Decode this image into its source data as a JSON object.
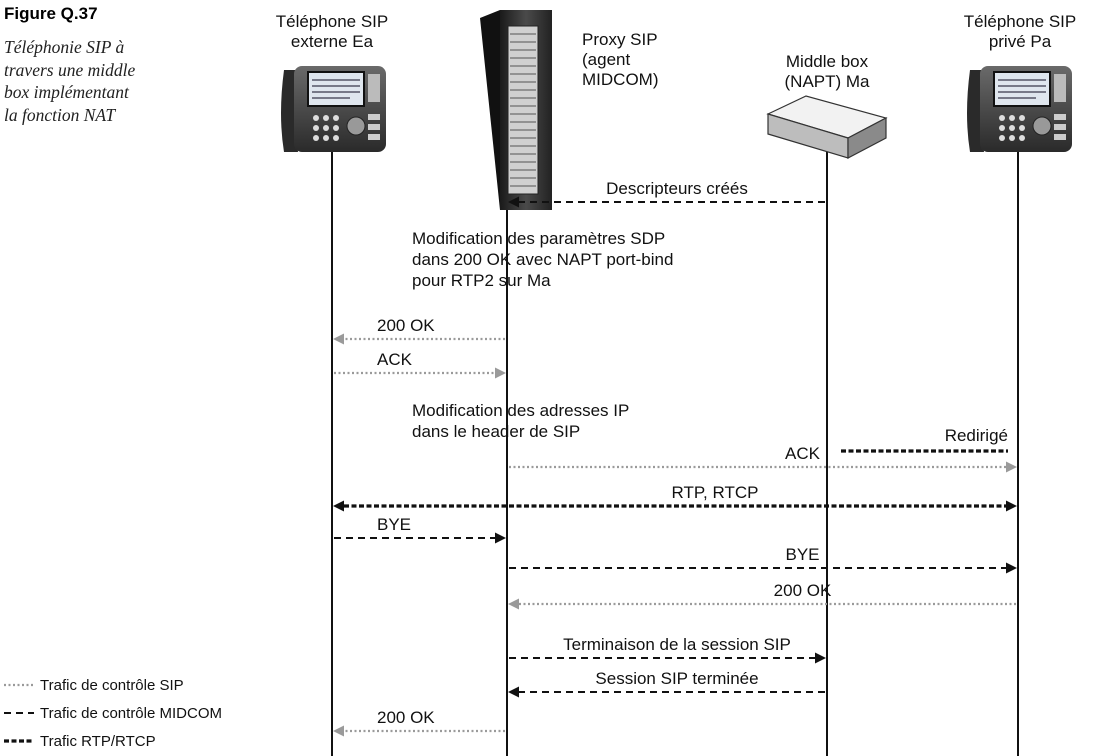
{
  "figure": {
    "title": "Figure Q.37",
    "caption_lines": [
      "Téléphonie SIP à",
      "travers une middle",
      "box implémentant",
      "la fonction NAT"
    ]
  },
  "entities": [
    {
      "id": "ea",
      "label_lines": [
        "Téléphone SIP",
        "externe Ea"
      ],
      "icon": "ip-phone-icon"
    },
    {
      "id": "proxy",
      "label_lines": [
        "Proxy SIP",
        "(agent",
        "MIDCOM)"
      ],
      "icon": "server-tower-icon"
    },
    {
      "id": "ma",
      "label_lines": [
        "Middle box",
        "(NAPT) Ma"
      ],
      "icon": "network-box-icon"
    },
    {
      "id": "pa",
      "label_lines": [
        "Téléphone SIP",
        "privé Pa"
      ],
      "icon": "ip-phone-icon"
    }
  ],
  "notes": [
    {
      "lines": [
        "Modification des paramètres SDP",
        "dans 200 OK avec NAPT port-bind",
        "pour RTP2 sur Ma"
      ]
    },
    {
      "lines": [
        "Modification des adresses IP",
        "dans le header de SIP"
      ]
    }
  ],
  "messages": [
    {
      "label": "Descripteurs créés",
      "from": "ma",
      "to": "proxy",
      "style": "midcom"
    },
    {
      "label": "200  OK",
      "from": "proxy",
      "to": "ea",
      "style": "sip"
    },
    {
      "label": "ACK",
      "from": "ea",
      "to": "proxy",
      "style": "sip"
    },
    {
      "label": "Redirigé",
      "from": "ma",
      "to": "pa",
      "style": "rtp",
      "arrow": false
    },
    {
      "label": "ACK",
      "from": "proxy",
      "to": "pa",
      "style": "sip"
    },
    {
      "label": "RTP, RTCP",
      "from": "ea",
      "to": "pa",
      "style": "rtp",
      "bidirectional": true
    },
    {
      "label": "BYE",
      "from": "ea",
      "to": "proxy",
      "style": "midcom"
    },
    {
      "label": "BYE",
      "from": "proxy",
      "to": "pa",
      "style": "midcom"
    },
    {
      "label": "200  OK",
      "from": "pa",
      "to": "proxy",
      "style": "sip"
    },
    {
      "label": "Terminaison de la session SIP",
      "from": "proxy",
      "to": "ma",
      "style": "midcom"
    },
    {
      "label": "Session SIP terminée",
      "from": "ma",
      "to": "proxy",
      "style": "midcom"
    },
    {
      "label": "200  OK",
      "from": "proxy",
      "to": "ea",
      "style": "sip"
    }
  ],
  "legend": [
    {
      "label": "Trafic de contrôle SIP",
      "style": "sip"
    },
    {
      "label": "Trafic de contrôle MIDCOM",
      "style": "midcom"
    },
    {
      "label": "Trafic RTP/RTCP",
      "style": "rtp"
    }
  ],
  "colors": {
    "sip": "#9a9a9a",
    "midcom": "#111111",
    "rtp": "#111111",
    "lifeline": "#111111"
  }
}
